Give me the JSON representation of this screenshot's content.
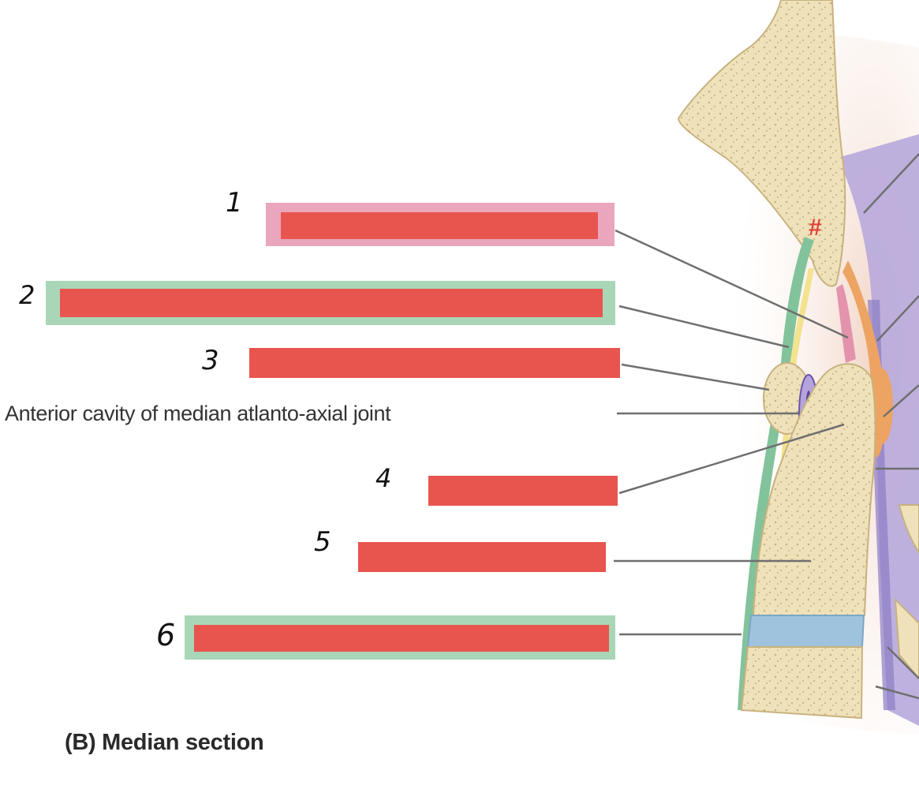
{
  "figure": {
    "caption": "(B) Median section",
    "hash_symbol": "#"
  },
  "labels": [
    {
      "number": "1",
      "text": "",
      "highlight": "#e9a6bc",
      "redacted": true
    },
    {
      "number": "2",
      "text": "",
      "highlight": "#a9d6b6",
      "redacted": true
    },
    {
      "number": "3",
      "text": "",
      "highlight": "",
      "redacted": true
    },
    {
      "number": "",
      "text": "Anterior cavity of median atlanto-axial joint",
      "highlight": "",
      "redacted": false
    },
    {
      "number": "4",
      "text": "",
      "highlight": "",
      "redacted": true
    },
    {
      "number": "5",
      "text": "",
      "highlight": "",
      "redacted": true
    },
    {
      "number": "6",
      "text": "",
      "highlight": "#a9d6b6",
      "redacted": true
    }
  ],
  "colors": {
    "redaction": "#e8554e",
    "leader_line": "#6f6f6f",
    "bone": "#efe2bb",
    "ligament_purple": "#a79ad0",
    "ligament_orange": "#eda462",
    "ligament_green": "#82c39b",
    "ligament_pink": "#e493ac"
  }
}
